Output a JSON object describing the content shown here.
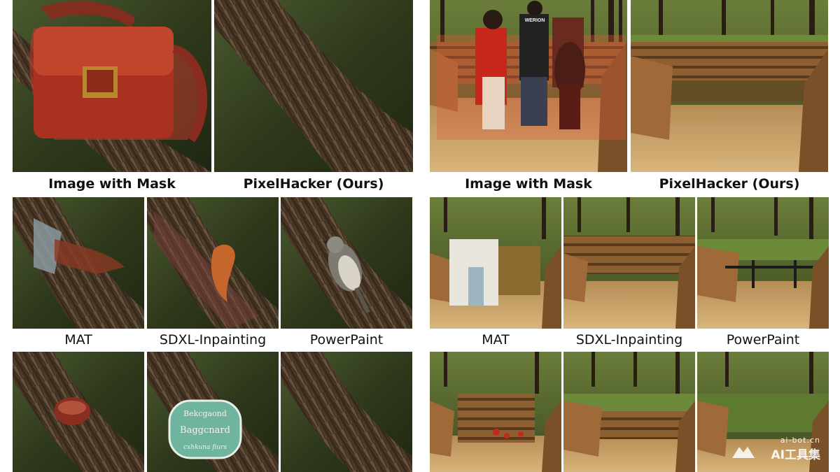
{
  "left": {
    "row1": {
      "mask_label": "Image with Mask",
      "ours_label": "PixelHacker (Ours)"
    },
    "row2": {
      "labels": [
        "MAT",
        "SDXL-Inpainting",
        "PowerPaint"
      ]
    },
    "row3_sign": {
      "line1": "Bekcgaond",
      "line2": "Baggcnard",
      "line3": "cxhkuna fiurs"
    }
  },
  "right": {
    "row1": {
      "mask_label": "Image with Mask",
      "ours_label": "PixelHacker (Ours)"
    },
    "row2": {
      "labels": [
        "MAT",
        "SDXL-Inpainting",
        "PowerPaint"
      ]
    },
    "jacket_text": "WERION"
  },
  "watermark": {
    "site": "ai-bot.cn",
    "name": "AI工具集"
  },
  "colors": {
    "bark": "#5a4632",
    "foliage": "#3b4a25",
    "mask_red": "#c0392b",
    "bench": "#9c6a36",
    "ground": "#c9a46a"
  }
}
